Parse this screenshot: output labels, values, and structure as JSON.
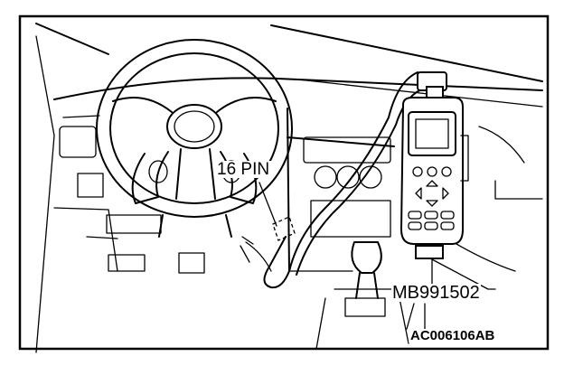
{
  "labels": {
    "connector": "16 PIN",
    "tool_part_number": "MB991502",
    "figure_code": "AC006106AB"
  }
}
